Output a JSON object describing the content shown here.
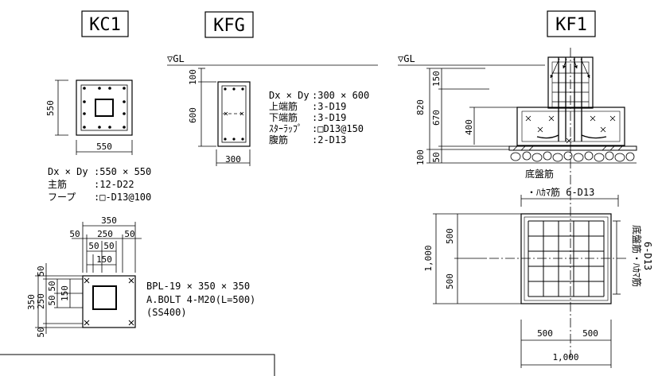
{
  "kc1": {
    "title": "KC1",
    "dim_h": "550",
    "dim_w": "550",
    "spec_label_1": "Dx × Dy",
    "spec_value_1": ":550 × 550",
    "spec_label_2": "主筋",
    "spec_value_2": ":12-D22",
    "spec_label_3": "フープ",
    "spec_value_3": ":□-D13@100"
  },
  "base_plate": {
    "dim_top_total": "350",
    "dim_top_a": "50",
    "dim_top_b": "250",
    "dim_top_c": "50",
    "dim_top_d": "50",
    "dim_top_e": "50",
    "dim_top_f": "150",
    "dim_left_total": "350",
    "dim_left_a": "50",
    "dim_left_b": "250",
    "dim_left_c": "50",
    "dim_left_d": "50",
    "dim_left_e": "150",
    "dim_left_f": "50",
    "spec_line_1": "BPL-19 × 350 × 350",
    "spec_line_2": "A.BOLT  4-M20(L=500)",
    "spec_line_3": "(SS400)"
  },
  "kfg": {
    "title": "KFG",
    "gl_label": "▽GL",
    "dim_top": "100",
    "dim_height": "600",
    "dim_width": "300",
    "spec_label_1": "Dx × Dy",
    "spec_value_1": ":300 × 600",
    "spec_label_2": "上端筋",
    "spec_value_2": ":3-D19",
    "spec_label_3": "下端筋",
    "spec_value_3": ":3-D19",
    "spec_label_4": "ｽﾀｰﾗｯﾌﾟ",
    "spec_value_4": ":□D13@150",
    "spec_label_5": "腹筋",
    "spec_value_5": ":2-D13"
  },
  "kf1": {
    "title": "KF1",
    "gl_label": "▽GL",
    "dim_total": "820",
    "dim_top": "150",
    "dim_mid": "670",
    "dim_footing": "400",
    "dim_base": "50",
    "dim_gravel": "100",
    "base_rebar_label": "底盤筋",
    "hakama_label": "・ﾊｶﾏ筋  6-D13",
    "side_label_1": "底盤筋・ﾊｶﾏ筋",
    "side_label_2": "6-D13",
    "plan_dim_total_v": "1,000",
    "plan_dim_v_a": "500",
    "plan_dim_v_b": "500",
    "plan_dim_h_a": "500",
    "plan_dim_h_b": "500",
    "plan_dim_total_h": "1,000"
  }
}
